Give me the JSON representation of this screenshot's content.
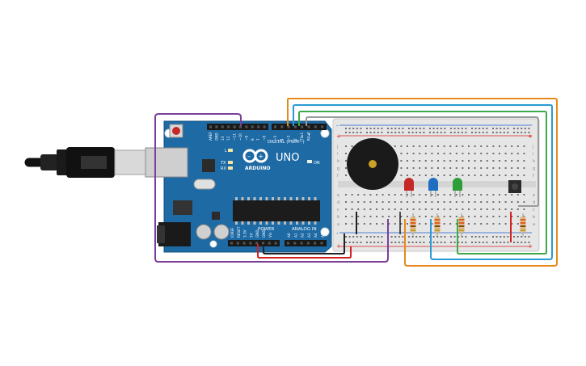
{
  "board": {
    "brand": "ARDUINO",
    "model": "UNO",
    "digital_header": "DIGITAL (PWM~)",
    "power_header": "POWER",
    "analog_header": "ANALOG IN",
    "on_label": "ON",
    "l_label": "L",
    "tx_label": "TX",
    "rx_label": "RX",
    "digital_pins": [
      "AREF",
      "GND",
      "13",
      "12",
      "~11",
      "~10",
      "~9",
      "8",
      "7",
      "~6",
      "~5",
      "4",
      "~3",
      "2",
      "TX▸1",
      "RX◂0"
    ],
    "power_pins": [
      "IOREF",
      "RESET",
      "3.3V",
      "5V",
      "GND",
      "GND",
      "Vin"
    ],
    "analog_pins": [
      "A0",
      "A1",
      "A2",
      "A3",
      "A4",
      "A5"
    ]
  },
  "breadboard": {
    "row_letters_top": [
      "j",
      "i",
      "h",
      "g",
      "f"
    ],
    "row_letters_bottom": [
      "e",
      "d",
      "c",
      "b",
      "a"
    ],
    "plus": "+",
    "minus": "-"
  },
  "components": {
    "leds": [
      {
        "name": "red-led",
        "color": "#c62828"
      },
      {
        "name": "blue-led",
        "color": "#1e6fc2"
      },
      {
        "name": "green-led",
        "color": "#2e9e3a"
      }
    ],
    "buzzer": "piezo-buzzer",
    "button": "push-button"
  },
  "colors": {
    "board": "#1d6aa5",
    "breadboard": "#e6e6e6",
    "wire_orange": "#e8891c",
    "wire_blue": "#2a9ad4",
    "wire_green": "#3ea84a",
    "wire_gray": "#9a9a9a",
    "wire_purple": "#7b3f99",
    "wire_red": "#d42020",
    "wire_black": "#222222"
  }
}
